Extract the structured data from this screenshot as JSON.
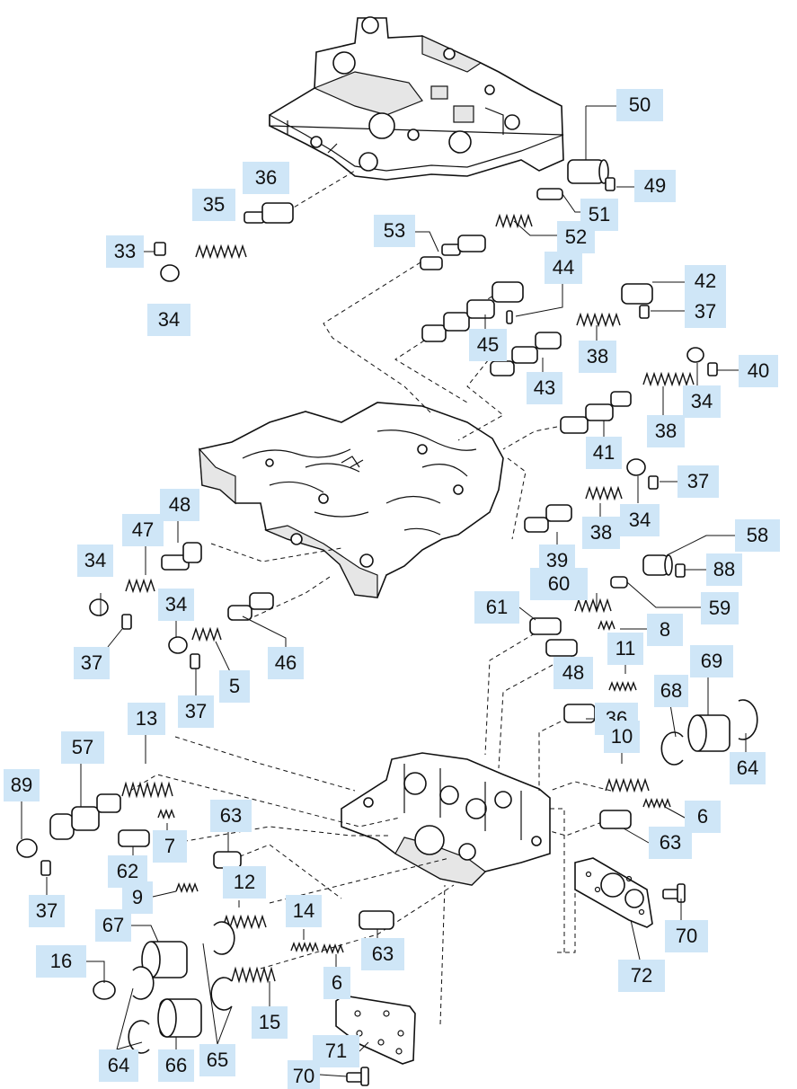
{
  "callouts": [
    {
      "id": "c50",
      "text": "50"
    },
    {
      "id": "c49",
      "text": "49"
    },
    {
      "id": "c36a",
      "text": "36"
    },
    {
      "id": "c35",
      "text": "35"
    },
    {
      "id": "c51",
      "text": "51"
    },
    {
      "id": "c53",
      "text": "53"
    },
    {
      "id": "c52",
      "text": "52"
    },
    {
      "id": "c33",
      "text": "33"
    },
    {
      "id": "c34a",
      "text": "34"
    },
    {
      "id": "c44",
      "text": "44"
    },
    {
      "id": "c42",
      "text": "42"
    },
    {
      "id": "c37a",
      "text": "37"
    },
    {
      "id": "c45",
      "text": "45"
    },
    {
      "id": "c38a",
      "text": "38"
    },
    {
      "id": "c43",
      "text": "43"
    },
    {
      "id": "c40",
      "text": "40"
    },
    {
      "id": "c34b",
      "text": "34"
    },
    {
      "id": "c38b",
      "text": "38"
    },
    {
      "id": "c41",
      "text": "41"
    },
    {
      "id": "c37b",
      "text": "37"
    },
    {
      "id": "c48a",
      "text": "48"
    },
    {
      "id": "c34c",
      "text": "34"
    },
    {
      "id": "c38c",
      "text": "38"
    },
    {
      "id": "c47",
      "text": "47"
    },
    {
      "id": "c34d",
      "text": "34"
    },
    {
      "id": "c39",
      "text": "39"
    },
    {
      "id": "c58",
      "text": "58"
    },
    {
      "id": "c88",
      "text": "88"
    },
    {
      "id": "c60",
      "text": "60"
    },
    {
      "id": "c34e",
      "text": "34"
    },
    {
      "id": "c61",
      "text": "61"
    },
    {
      "id": "c59",
      "text": "59"
    },
    {
      "id": "c8",
      "text": "8"
    },
    {
      "id": "c37c",
      "text": "37"
    },
    {
      "id": "c46",
      "text": "46"
    },
    {
      "id": "c11",
      "text": "11"
    },
    {
      "id": "c48b",
      "text": "48"
    },
    {
      "id": "c69",
      "text": "69"
    },
    {
      "id": "c5",
      "text": "5"
    },
    {
      "id": "c68",
      "text": "68"
    },
    {
      "id": "c37d",
      "text": "37"
    },
    {
      "id": "c13",
      "text": "13"
    },
    {
      "id": "c36b",
      "text": "36"
    },
    {
      "id": "c10",
      "text": "10"
    },
    {
      "id": "c57",
      "text": "57"
    },
    {
      "id": "c64a",
      "text": "64"
    },
    {
      "id": "c89",
      "text": "89"
    },
    {
      "id": "c63a",
      "text": "63"
    },
    {
      "id": "c6a",
      "text": "6"
    },
    {
      "id": "c7",
      "text": "7"
    },
    {
      "id": "c63b",
      "text": "63"
    },
    {
      "id": "c62",
      "text": "62"
    },
    {
      "id": "c9",
      "text": "9"
    },
    {
      "id": "c12",
      "text": "12"
    },
    {
      "id": "c37e",
      "text": "37"
    },
    {
      "id": "c14",
      "text": "14"
    },
    {
      "id": "c67",
      "text": "67"
    },
    {
      "id": "c70a",
      "text": "70"
    },
    {
      "id": "c63c",
      "text": "63"
    },
    {
      "id": "c16",
      "text": "16"
    },
    {
      "id": "c6b",
      "text": "6"
    },
    {
      "id": "c72",
      "text": "72"
    },
    {
      "id": "c15",
      "text": "15"
    },
    {
      "id": "c71",
      "text": "71"
    },
    {
      "id": "c64b",
      "text": "64"
    },
    {
      "id": "c66",
      "text": "66"
    },
    {
      "id": "c65",
      "text": "65"
    },
    {
      "id": "c70b",
      "text": "70"
    }
  ]
}
